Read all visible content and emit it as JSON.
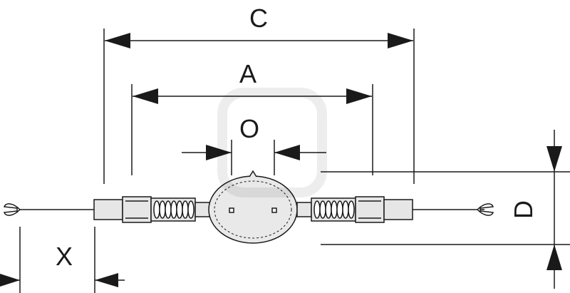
{
  "labels": {
    "c": "C",
    "a": "A",
    "o": "O",
    "d": "D",
    "x": "X"
  },
  "colors": {
    "line": "#1a1a1a",
    "fill": "#e6e6e6",
    "bulb": "#e9e9e9"
  }
}
